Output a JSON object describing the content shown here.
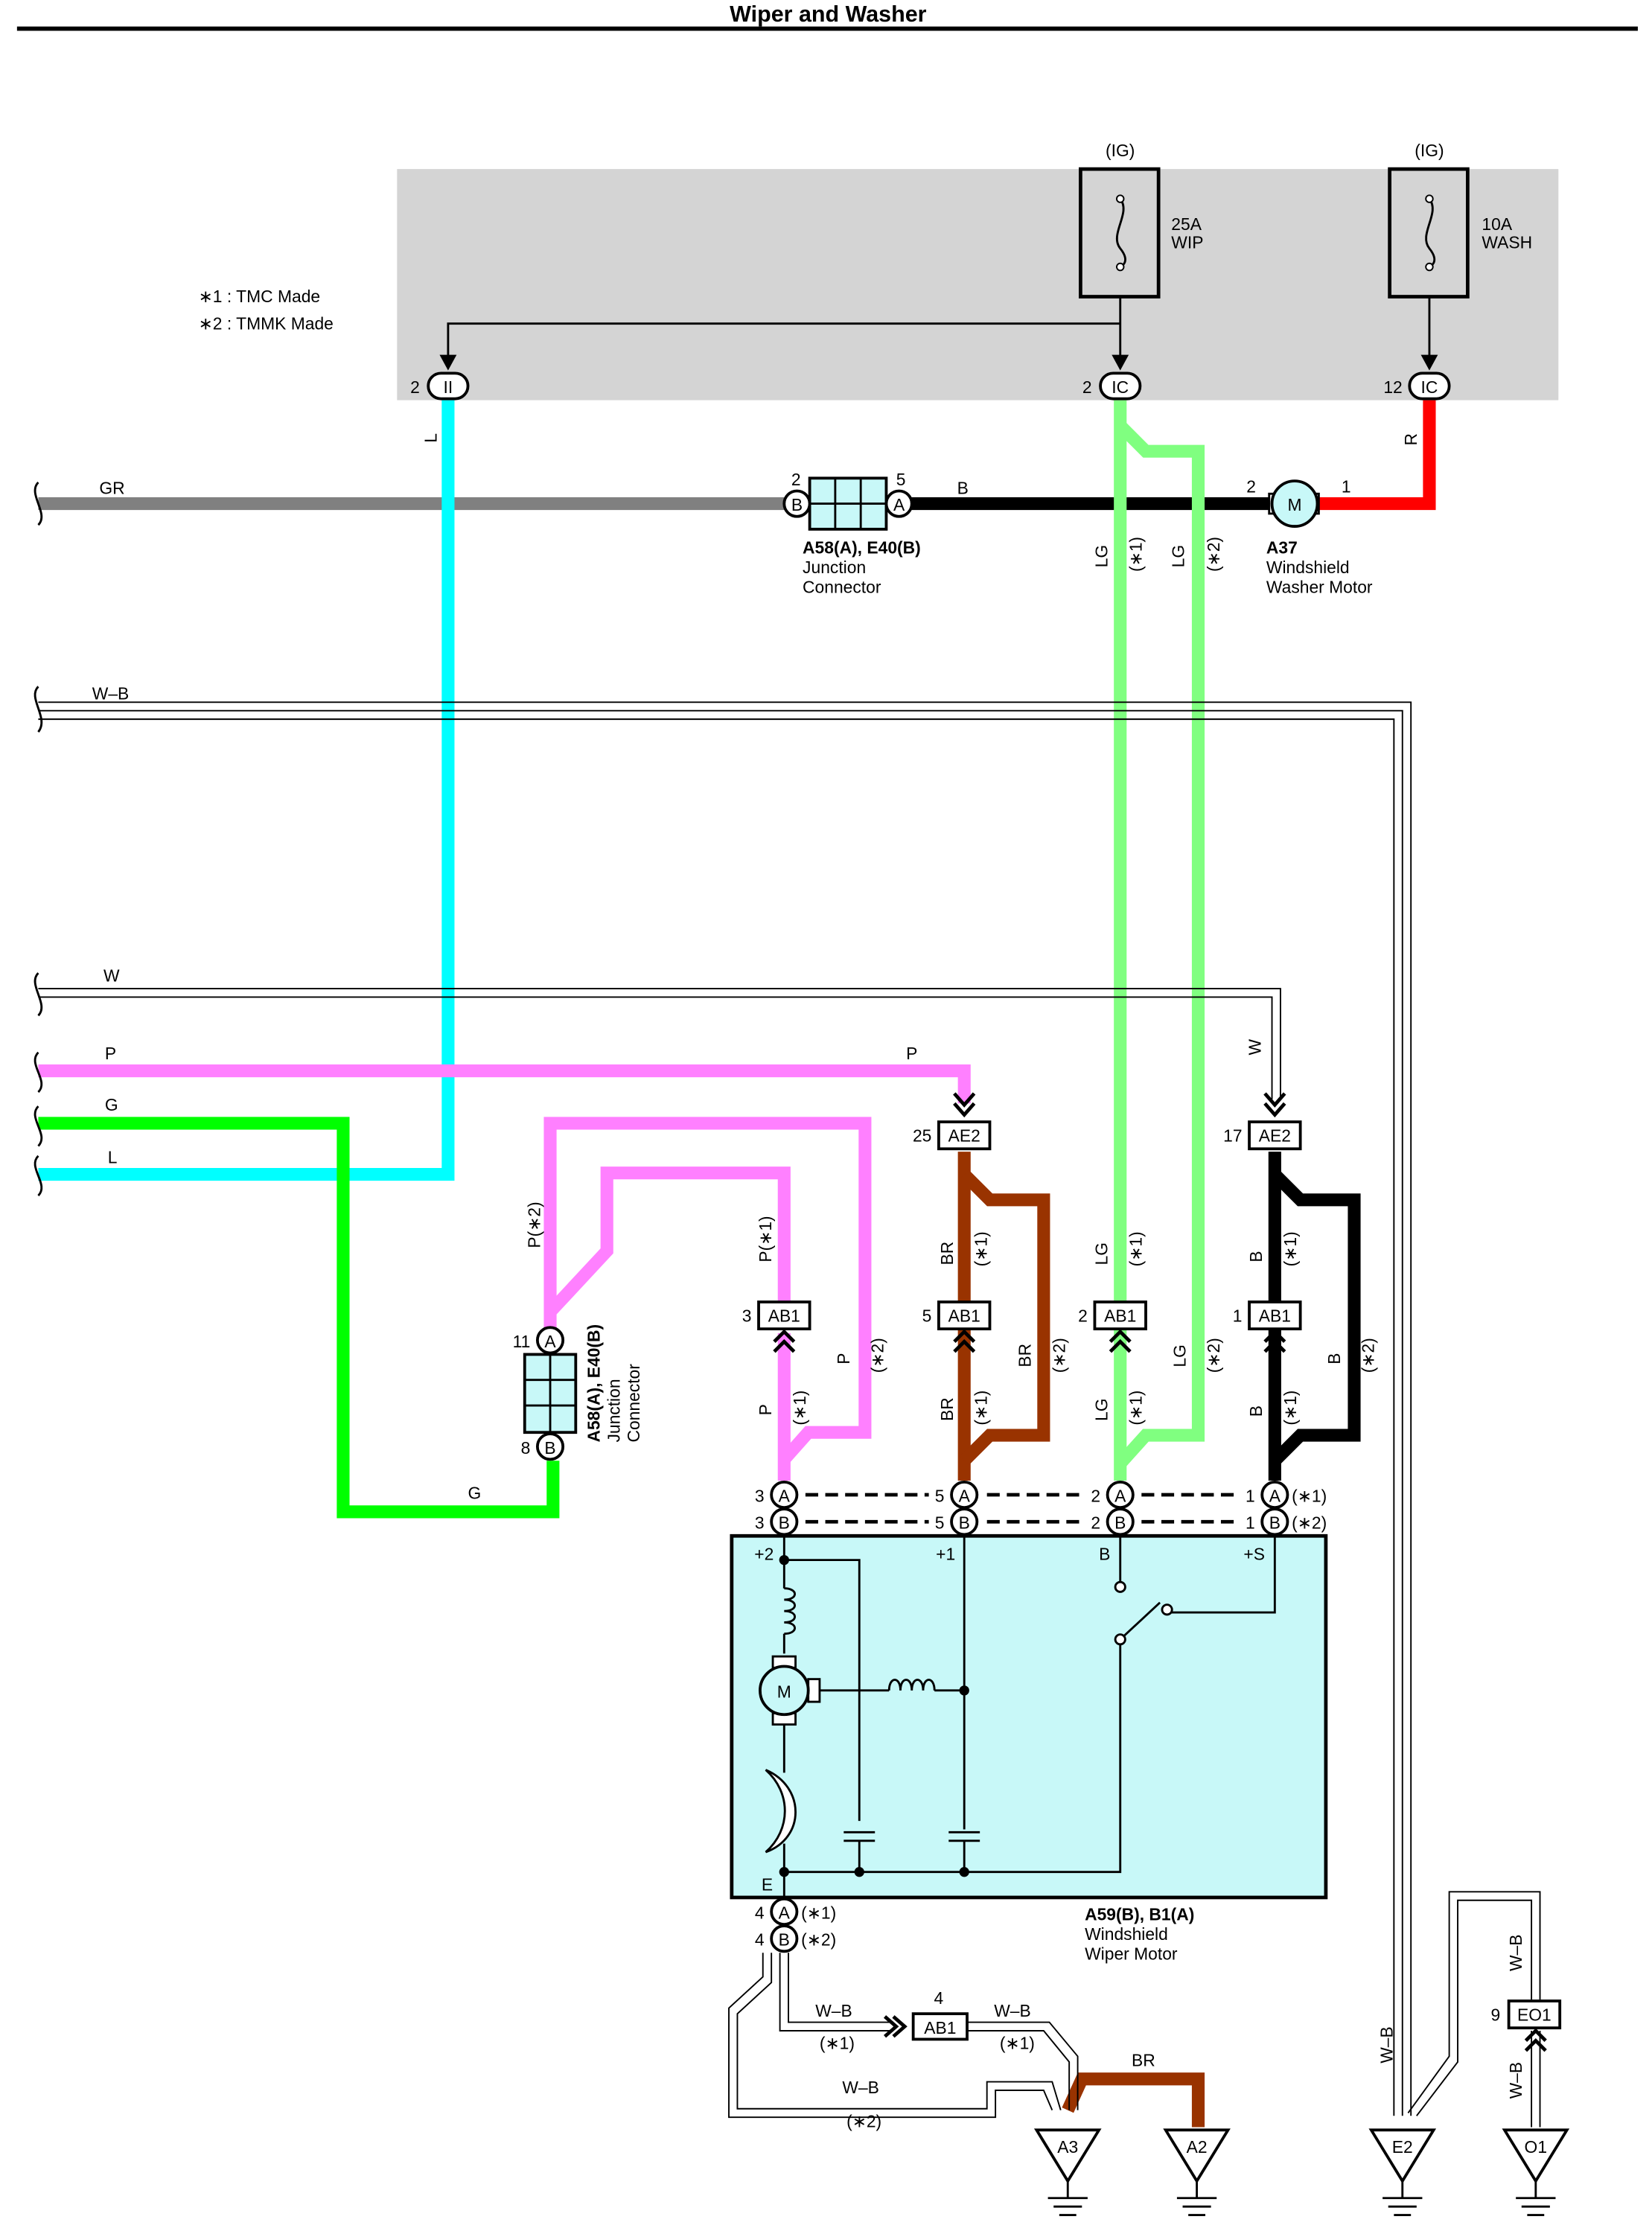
{
  "title": "Wiper and Washer",
  "notes": {
    "n1": "∗1 : TMC Made",
    "n2": "∗2 : TMMK Made"
  },
  "fuses": {
    "wip": {
      "supply": "(IG)",
      "rating": "25A",
      "name": "WIP"
    },
    "wash": {
      "supply": "(IG)",
      "rating": "10A",
      "name": "WASH"
    }
  },
  "connectors": {
    "ii": {
      "code": "II",
      "pin": "2"
    },
    "ic_wip": {
      "code": "IC",
      "pin": "2"
    },
    "ic_wash": {
      "code": "IC",
      "pin": "12"
    },
    "ae2_p": {
      "code": "AE2",
      "pin": "25"
    },
    "ae2_w": {
      "code": "AE2",
      "pin": "17"
    },
    "ab1_3": {
      "code": "AB1",
      "pin": "3"
    },
    "ab1_5": {
      "code": "AB1",
      "pin": "5"
    },
    "ab1_2": {
      "code": "AB1",
      "pin": "2"
    },
    "ab1_1": {
      "code": "AB1",
      "pin": "1"
    },
    "ab1_gnd": {
      "code": "AB1",
      "pin": "4"
    },
    "eo1": {
      "code": "EO1",
      "pin": "9"
    }
  },
  "junction_top": {
    "id": "A58(A), E40(B)",
    "line1": "Junction",
    "line2": "Connector",
    "pin_left": "2",
    "pin_right": "5",
    "letter_left": "B",
    "letter_right": "A"
  },
  "junction_left": {
    "id": "A58(A), E40(B)",
    "line1": "Junction",
    "line2": "Connector",
    "pin_top": "11",
    "pin_bottom": "8",
    "letter_top": "A",
    "letter_bottom": "B"
  },
  "washer_motor": {
    "id": "A37",
    "line1": "Windshield",
    "line2": "Washer Motor",
    "symbol": "M",
    "pin_left": "2",
    "pin_right": "1"
  },
  "wiper_motor": {
    "id": "A59(B), B1(A)",
    "line1": "Windshield",
    "line2": "Wiper Motor",
    "symbol": "M",
    "terminals": [
      "+2",
      "+1",
      "B",
      "+S",
      "E"
    ],
    "row_a_pins": [
      "3",
      "5",
      "2",
      "1"
    ],
    "row_b_pins": [
      "3",
      "5",
      "2",
      "1"
    ],
    "row_a_note": "(∗1)",
    "row_b_note": "(∗2)",
    "ground_pin_a": "4",
    "ground_pin_b": "4",
    "letter_a": "A",
    "letter_b": "B"
  },
  "grounds": [
    "A3",
    "A2",
    "E2",
    "O1"
  ],
  "wires": {
    "gr": "GR",
    "b": "B",
    "r": "R",
    "l": "L",
    "lg": "LG",
    "wb": "W–B",
    "w": "W",
    "p": "P",
    "g": "G",
    "br": "BR",
    "p_star2": "P(∗2)",
    "p_star1": "P(∗1)"
  },
  "marks": {
    "s1": "(∗1)",
    "s2": "(∗2)"
  },
  "colors": {
    "cyan": "#00ffff",
    "light_green": "#80ff80",
    "green": "#00ff00",
    "pink": "#ff80ff",
    "brown": "#993300",
    "red": "#ff0000",
    "gray": "#808080",
    "black": "#000000",
    "panel": "#d4d4d4",
    "component_fill": "#c8f8f8"
  }
}
